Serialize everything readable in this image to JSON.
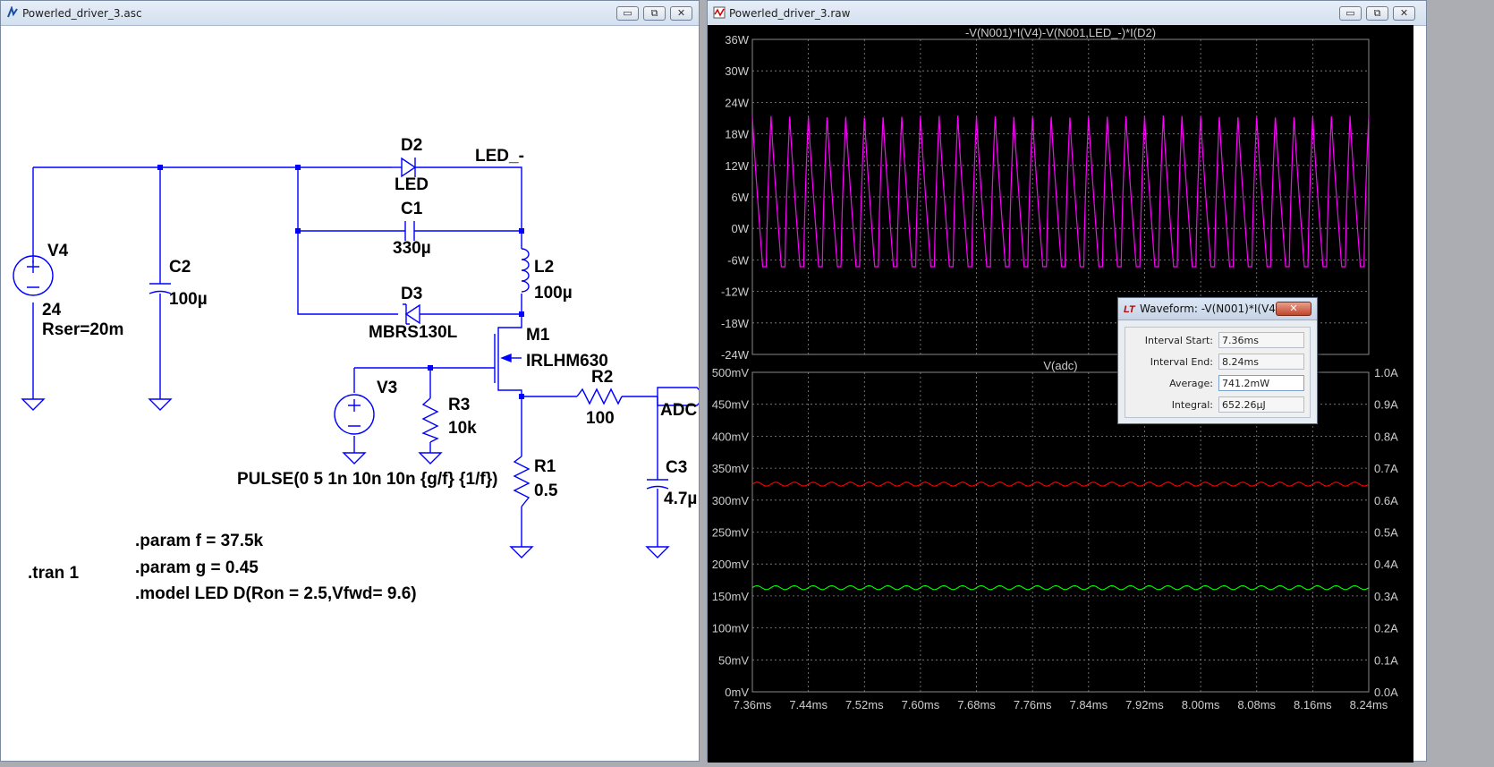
{
  "schematic_window": {
    "title": "Powerled_driver_3.asc",
    "labels": {
      "d2": "D2",
      "led_model": "LED",
      "led_net": "LED_-",
      "c1": "C1",
      "c1_val": "330µ",
      "l2": "L2",
      "l2_val": "100µ",
      "d3": "D3",
      "d3_val": "MBRS130L",
      "m1": "M1",
      "m1_val": "IRLHM630",
      "v4": "V4",
      "v4_val": "24",
      "v4_rser": "Rser=20m",
      "c2": "C2",
      "c2_val": "100µ",
      "v3": "V3",
      "r3": "R3",
      "r3_val": "10k",
      "r2": "R2",
      "r2_val": "100",
      "adc": "ADC",
      "c3": "C3",
      "c3_val": "4.7µ",
      "r1": "R1",
      "r1_val": "0.5",
      "pulse": "PULSE(0 5 1n 10n 10n {g/f} {1/f})"
    },
    "directives": {
      "tran": ".tran 1",
      "param_f": ".param f = 37.5k",
      "param_g": ".param g = 0.45",
      "model": ".model LED D(Ron = 2.5,Vfwd= 9.6)"
    }
  },
  "waveform_window": {
    "title": "Powerled_driver_3.raw",
    "buttons": {
      "minimize": "▭",
      "restore": "⧉",
      "close": "✕"
    }
  },
  "waveform_dialog": {
    "title": "Waveform: -V(N001)*I(V4)-...",
    "close_label": "✕",
    "rows": [
      {
        "label": "Interval Start:",
        "value": "7.36ms"
      },
      {
        "label": "Interval End:",
        "value": "8.24ms"
      },
      {
        "label": "Average:",
        "value": "741.2mW"
      },
      {
        "label": "Integral:",
        "value": "652.26µJ"
      }
    ]
  },
  "colors": {
    "power_trace": "#ff00ff",
    "vadc_trace": "#00ff00",
    "current_trace": "#ff0000",
    "wire": "#0000ff",
    "grid": "#888888"
  },
  "chart_data": [
    {
      "type": "line",
      "title": "-V(N001)*I(V4)-V(N001,LED_-)*I(D2)",
      "x_ticks": [
        "7.36ms",
        "7.44ms",
        "7.52ms",
        "7.60ms",
        "7.68ms",
        "7.76ms",
        "7.84ms",
        "7.92ms",
        "8.00ms",
        "8.08ms",
        "8.16ms",
        "8.24ms"
      ],
      "y_ticks": [
        "36W",
        "30W",
        "24W",
        "18W",
        "12W",
        "6W",
        "0W",
        "-6W",
        "-12W",
        "-18W",
        "-24W"
      ],
      "xlim": [
        7.36,
        8.24
      ],
      "ylim": [
        -24,
        36
      ],
      "series": [
        {
          "name": "-V(N001)*I(V4)-V(N001,LED_-)*I(D2)",
          "periods": 33,
          "min": -7.3,
          "max": 21.5
        }
      ],
      "grid": true
    },
    {
      "type": "line",
      "title": "V(adc)",
      "x_ticks": [
        "7.36ms",
        "7.44ms",
        "7.52ms",
        "7.60ms",
        "7.68ms",
        "7.76ms",
        "7.84ms",
        "7.92ms",
        "8.00ms",
        "8.08ms",
        "8.16ms",
        "8.24ms"
      ],
      "y_ticks_left": [
        "500mV",
        "450mV",
        "400mV",
        "350mV",
        "300mV",
        "250mV",
        "200mV",
        "150mV",
        "100mV",
        "50mV",
        "0mV"
      ],
      "y_ticks_right": [
        "1.0A",
        "0.9A",
        "0.8A",
        "0.7A",
        "0.6A",
        "0.5A",
        "0.4A",
        "0.3A",
        "0.2A",
        "0.1A",
        "0.0A"
      ],
      "xlim": [
        7.36,
        8.24
      ],
      "ylim_left": [
        0,
        500
      ],
      "ylim_right": [
        0,
        1.0
      ],
      "series": [
        {
          "name": "V(adc)",
          "axis": "left",
          "mean": 163,
          "ripple": 3
        },
        {
          "axis": "right",
          "mean": 0.65,
          "ripple": 0.006
        }
      ],
      "grid": true
    }
  ]
}
